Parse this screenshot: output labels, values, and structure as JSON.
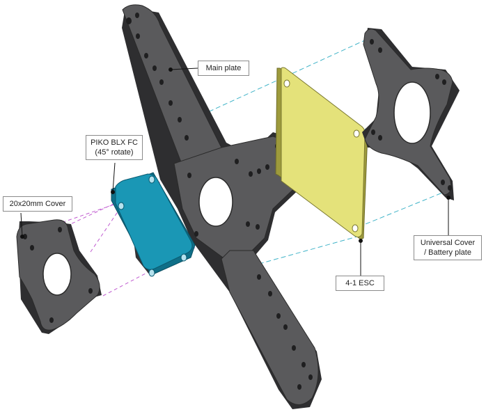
{
  "labels": {
    "main_plate": "Main plate",
    "fc_line1": "PIKO BLX FC",
    "fc_line2": "(45° rotate)",
    "cover": "20x20mm Cover",
    "esc": "4-1 ESC",
    "universal_line1": "Universal Cover",
    "universal_line2": "/ Battery plate"
  },
  "colors": {
    "carbon": "#5a5a5c",
    "carbon_dark": "#3a3a3c",
    "carbon_edge": "#2a2a2a",
    "fc_board": "#1a97b5",
    "fc_board_dark": "#0f6f88",
    "esc_board": "#e4e27a",
    "esc_board_dark": "#9d9a3c",
    "cyan_guide": "#3fb3c8",
    "magenta_guide": "#c05ad0"
  }
}
